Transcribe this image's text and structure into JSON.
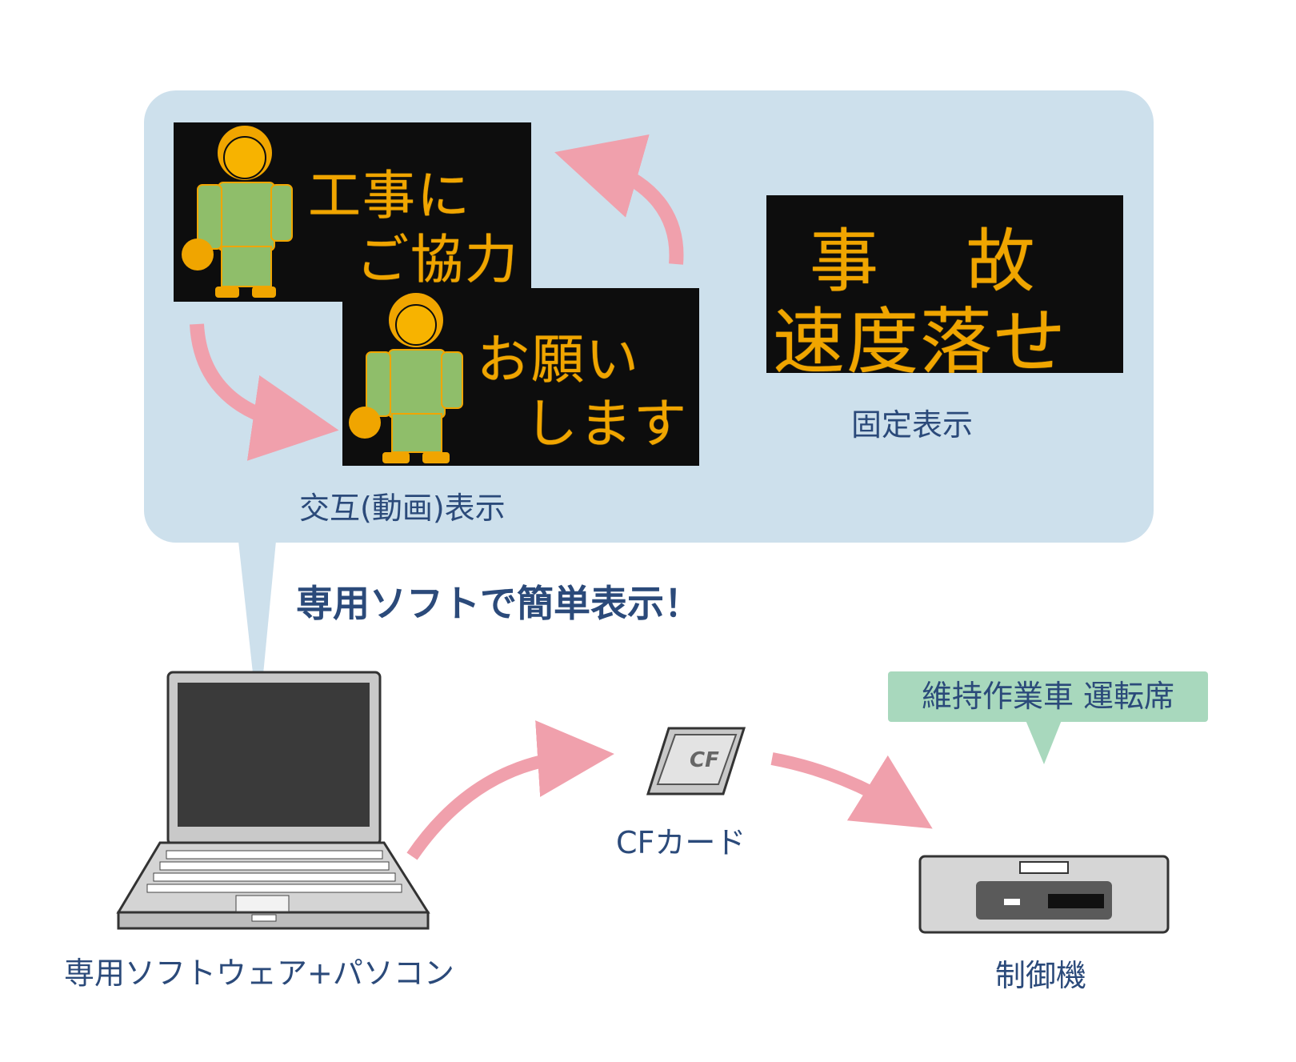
{
  "boards": {
    "alternate_1": {
      "line1": "工事に",
      "line2": "ご協力"
    },
    "alternate_2": {
      "line1": "お願い",
      "line2": "します"
    },
    "fixed": {
      "line1": "事  故",
      "line2": "速度落せ"
    }
  },
  "captions": {
    "alternate": "交互(動画)表示",
    "fixed": "固定表示",
    "headline": "専用ソフトで簡単表示！",
    "cf_card": "CFカード",
    "cf_label": "CF",
    "pc": "専用ソフトウェア+パソコン",
    "controller": "制御機",
    "location_tag": "維持作業車 運転席"
  },
  "colors": {
    "panel": "#cde0ec",
    "led_text": "#f0a500",
    "arrow": "#f0a0ac",
    "caption": "#2b4a7a",
    "tag": "#a8d8bd"
  }
}
